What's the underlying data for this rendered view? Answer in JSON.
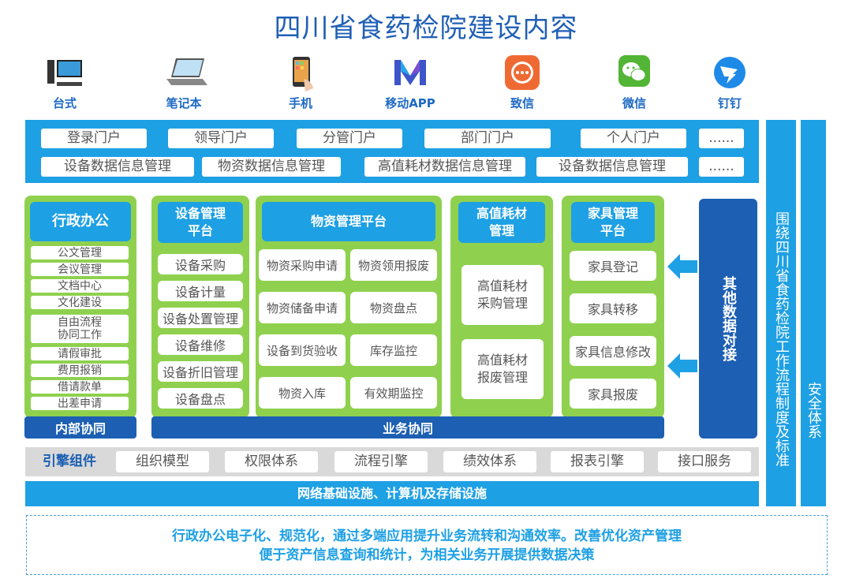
{
  "title": "四川省食药检院建设内容",
  "devices": [
    {
      "label": "台式",
      "icon": "desktop-computer-icon"
    },
    {
      "label": "笔记本",
      "icon": "laptop-icon"
    },
    {
      "label": "手机",
      "icon": "mobile-phone-icon"
    },
    {
      "label": "移动APP",
      "icon": "mobile-app-logo-icon"
    },
    {
      "label": "致信",
      "icon": "zhixin-chat-icon"
    },
    {
      "label": "微信",
      "icon": "wechat-icon"
    },
    {
      "label": "钉钉",
      "icon": "dingtalk-icon"
    }
  ],
  "portals": {
    "row1": [
      "登录门户",
      "领导门户",
      "分管门户",
      "部门门户",
      "个人门户",
      "......"
    ],
    "row2": [
      "设备数据信息管理",
      "物资数据信息管理",
      "高值耗材数据信息管理",
      "设备数据信息管理",
      "......"
    ]
  },
  "admin": {
    "header": "行政办公",
    "items": [
      "公文管理",
      "会议管理",
      "文档中心",
      "文化建设",
      "自由流程\n协同工作",
      "请假审批",
      "费用报销",
      "借请款单",
      "出差申请"
    ],
    "footer": "内部协同"
  },
  "equipment": {
    "header": "设备管理\n平台",
    "items": [
      "设备采购",
      "设备计量",
      "设备处置管理",
      "设备维修",
      "设备折旧管理",
      "设备盘点"
    ]
  },
  "materials": {
    "header": "物资管理平台",
    "items": [
      "物资采购申请",
      "物资领用报废",
      "物资储备申请",
      "物资盘点",
      "设备到货验收",
      "库存监控",
      "物资入库",
      "有效期监控"
    ]
  },
  "consumables": {
    "header": "高值耗材\n管理",
    "items": [
      "高值耗材\n采购管理",
      "高值耗材\n报废管理"
    ]
  },
  "furniture": {
    "header": "家具管理\n平台",
    "items": [
      "家具登记",
      "家具转移",
      "家具信息修改",
      "家具报废"
    ]
  },
  "business_footer": "业务协同",
  "other_data": "其他数据对接",
  "engine": {
    "label": "引擎组件",
    "items": [
      "组织模型",
      "权限体系",
      "流程引擎",
      "绩效体系",
      "报表引擎",
      "接口服务"
    ]
  },
  "infrastructure": "网络基础设施、计算机及存储设施",
  "workflow_system": "围绕四川省食药检院工作流程制度及标准",
  "security_system": "安全体系",
  "summary": {
    "line1": "行政办公电子化、规范化，通过多端应用提升业务流转和沟通效率。改善优化资产管理",
    "line2": "便于资产信息查询和统计，为相关业务开展提供数据决策"
  },
  "colors": {
    "primary_blue": "#1ea0e4",
    "dark_blue": "#1c5fb3",
    "green": "#8fd14f",
    "title_blue": "#1f5fb6"
  }
}
